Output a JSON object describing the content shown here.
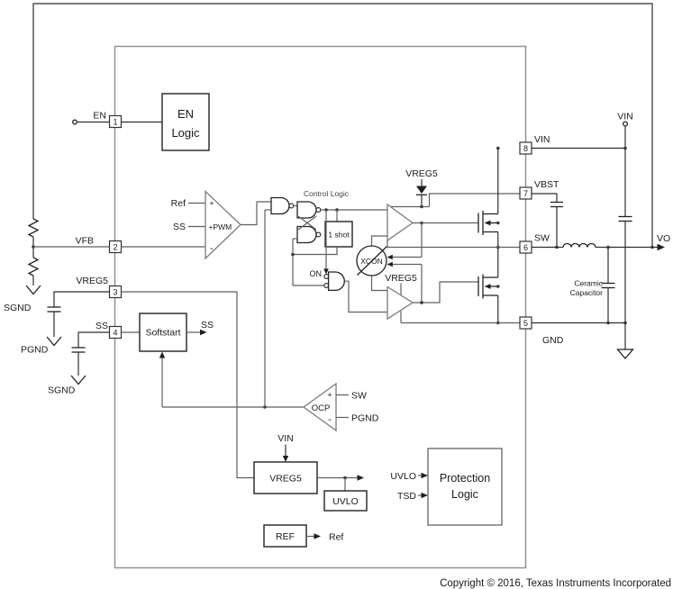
{
  "diagram": {
    "pins": {
      "p1": {
        "number": "1",
        "name": "EN"
      },
      "p2": {
        "number": "2",
        "name": "VFB"
      },
      "p3": {
        "number": "3",
        "name": "VREG5"
      },
      "p4": {
        "number": "4",
        "name": "SS"
      },
      "p5": {
        "number": "5",
        "name": "GND"
      },
      "p6": {
        "number": "6",
        "name": "SW"
      },
      "p7": {
        "number": "7",
        "name": "VBST"
      },
      "p8": {
        "number": "8",
        "name": "VIN"
      }
    },
    "blocks": {
      "en_logic_line1": "EN",
      "en_logic_line2": "Logic",
      "softstart": "Softstart",
      "one_shot": "1 shot",
      "xcon": "XCON",
      "vreg5": "VREG5",
      "uvlo": "UVLO",
      "protection_line1": "Protection",
      "protection_line2": "Logic",
      "ref": "REF"
    },
    "pwm_comparator": {
      "ref_input": "Ref",
      "ss_input": "SS",
      "plus": "+",
      "label": "+PWM",
      "minus": "-"
    },
    "ocp_comparator": {
      "label": "OCP",
      "plus": "+",
      "minus": "-",
      "sw_input": "SW",
      "pgnd_input": "PGND"
    },
    "control_logic_label": "Control Logic",
    "on_signal": "ON",
    "vreg5_bootstrap_label": "VREG5",
    "vreg5_lowside_label": "VREG5",
    "vin_supply_label": "VIN",
    "vin_internal_label": "VIN",
    "vo_label": "VO",
    "ss_output_label": "SS",
    "ref_output_label": "Ref",
    "uvlo_signal": "UVLO",
    "tsd_signal": "TSD",
    "grounds": {
      "sgnd_upper": "SGND",
      "pgnd": "PGND",
      "sgnd_lower": "SGND"
    },
    "ceramic_capacitor_line1": "Ceramic",
    "ceramic_capacitor_line2": "Capacitor"
  },
  "footer": {
    "copyright": "Copyright © 2016, Texas Instruments Incorporated"
  },
  "colors": {
    "wire": "#5f5f5f",
    "symbol_gray": "#7b7b7b",
    "symbol_black": "#222222",
    "chip_border": "#929292",
    "text": "#1a1a1a",
    "background": "#ffffff"
  }
}
